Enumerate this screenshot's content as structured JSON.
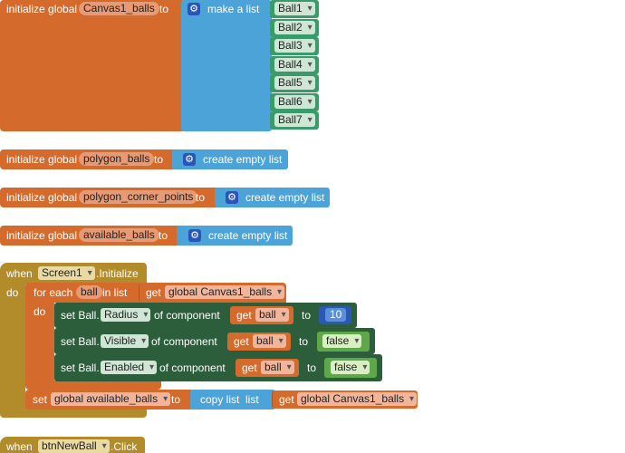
{
  "b1": {
    "initialize_global": "initialize global",
    "var_name": "Canvas1_balls",
    "to": "to",
    "make_list": "make a list",
    "balls": [
      "Ball1",
      "Ball2",
      "Ball3",
      "Ball4",
      "Ball5",
      "Ball6",
      "Ball7"
    ]
  },
  "b2": {
    "initialize_global": "initialize global",
    "var_name": "polygon_balls",
    "to": "to",
    "create_empty_list": "create empty list"
  },
  "b3": {
    "initialize_global": "initialize global",
    "var_name": "polygon_corner_points",
    "to": "to",
    "create_empty_list": "create empty list"
  },
  "b4": {
    "initialize_global": "initialize global",
    "var_name": "available_balls",
    "to": "to",
    "create_empty_list": "create empty list"
  },
  "event1": {
    "when": "when",
    "component": "Screen1",
    "event": ".Initialize",
    "do": "do",
    "for_each": "for each",
    "item": "ball",
    "in_list": "in list",
    "get": "get",
    "list_var": "global Canvas1_balls",
    "do2": "do",
    "set_rows": [
      {
        "set_ball": "set Ball.",
        "prop": "Radius",
        "of_component": "of component",
        "get": "get",
        "var": "ball",
        "to": "to",
        "value": "10"
      },
      {
        "set_ball": "set Ball.",
        "prop": "Visible",
        "of_component": "of component",
        "get": "get",
        "var": "ball",
        "to": "to",
        "value": "false"
      },
      {
        "set_ball": "set Ball.",
        "prop": "Enabled",
        "of_component": "of component",
        "get": "get",
        "var": "ball",
        "to": "to",
        "value": "false"
      }
    ],
    "set_global": {
      "set": "set",
      "var": "global available_balls",
      "to": "to",
      "copy_list": "copy list",
      "list": "list",
      "get": "get",
      "get_var": "global Canvas1_balls"
    }
  },
  "event2": {
    "when": "when",
    "component": "btnNewBall",
    "event": ".Click"
  }
}
